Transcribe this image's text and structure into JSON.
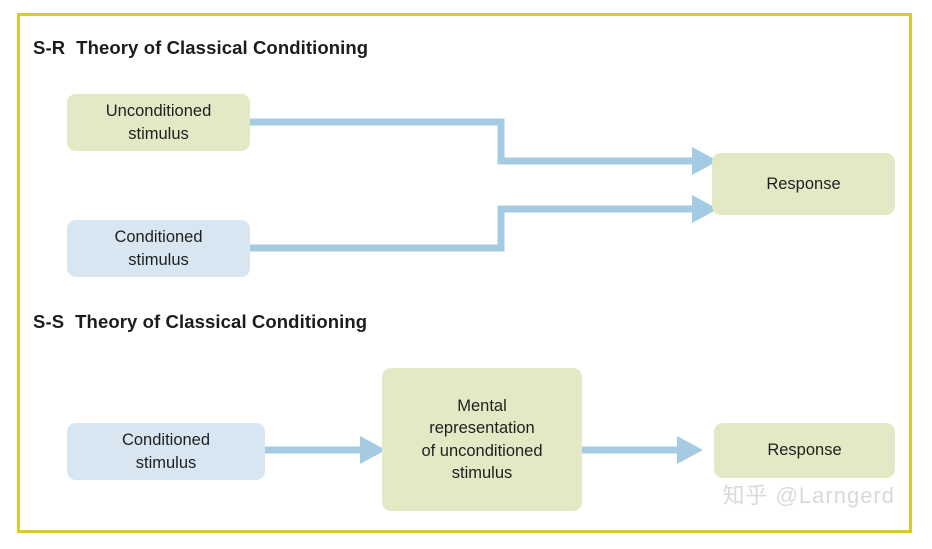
{
  "figure": {
    "frame_color": "#d8c936",
    "background": "#ffffff"
  },
  "colors": {
    "olive_fill": "#e3e9c4",
    "blue_fill": "#d7e6f0",
    "arrow": "#a5cbe2",
    "text": "#1f1f1f",
    "title_text": "#1c1c1c",
    "watermark": "#d9d9d9"
  },
  "sections": [
    {
      "id": "s-r",
      "code": "S-R",
      "title": "Theory of Classical Conditioning",
      "nodes": [
        {
          "id": "unconditioned-stimulus",
          "lines": [
            "Unconditioned",
            "stimulus"
          ],
          "fill": "olive"
        },
        {
          "id": "conditioned-stimulus",
          "lines": [
            "Conditioned",
            "stimulus"
          ],
          "fill": "blue"
        },
        {
          "id": "response",
          "lines": [
            "Response"
          ],
          "fill": "olive"
        }
      ],
      "edges": [
        {
          "from": "unconditioned-stimulus",
          "to": "response",
          "style": "elbow-down"
        },
        {
          "from": "conditioned-stimulus",
          "to": "response",
          "style": "elbow-up"
        }
      ]
    },
    {
      "id": "s-s",
      "code": "S-S",
      "title": "Theory of Classical Conditioning",
      "nodes": [
        {
          "id": "conditioned-stimulus",
          "lines": [
            "Conditioned",
            "stimulus"
          ],
          "fill": "blue"
        },
        {
          "id": "mental-representation",
          "lines": [
            "Mental",
            "representation",
            "of unconditioned",
            "stimulus"
          ],
          "fill": "olive"
        },
        {
          "id": "response",
          "lines": [
            "Response"
          ],
          "fill": "olive"
        }
      ],
      "edges": [
        {
          "from": "conditioned-stimulus",
          "to": "mental-representation",
          "style": "straight"
        },
        {
          "from": "mental-representation",
          "to": "response",
          "style": "straight"
        }
      ]
    }
  ],
  "labels": {
    "title_sr_code": "S-R",
    "title_sr_text": "Theory of Classical Conditioning",
    "title_ss_code": "S-S",
    "title_ss_text": "Theory of Classical Conditioning",
    "us_line1": "Unconditioned",
    "us_line2": "stimulus",
    "cs_sr_line1": "Conditioned",
    "cs_sr_line2": "stimulus",
    "resp_sr": "Response",
    "cs_ss_line1": "Conditioned",
    "cs_ss_line2": "stimulus",
    "mental_line1": "Mental",
    "mental_line2": "representation",
    "mental_line3": "of unconditioned",
    "mental_line4": "stimulus",
    "resp_ss": "Response"
  },
  "watermark": {
    "text": "知乎 @Larngerd"
  }
}
